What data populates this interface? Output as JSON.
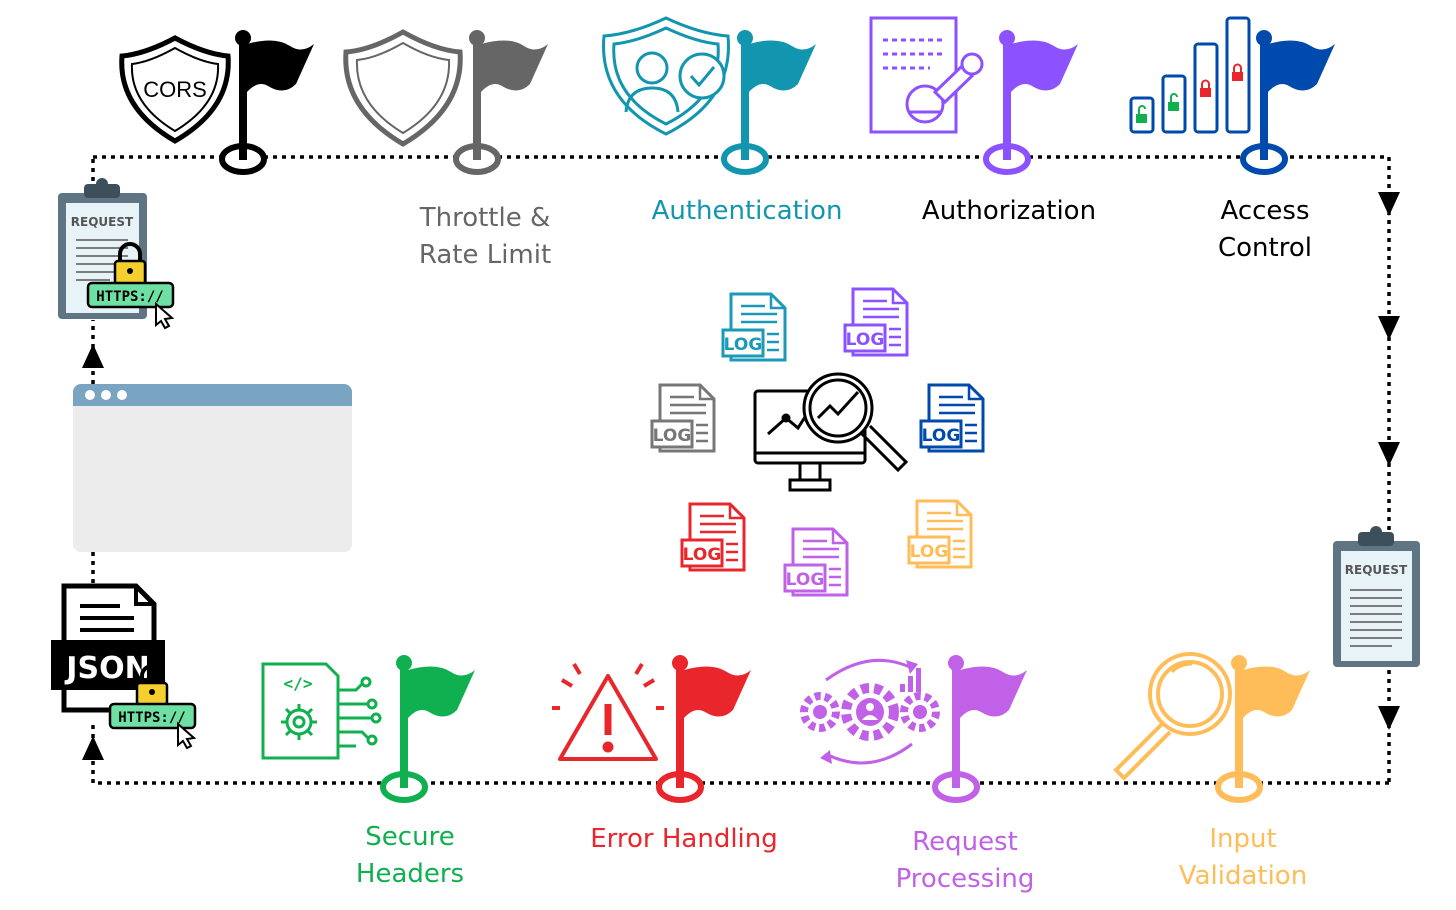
{
  "stages": {
    "cors": {
      "badge": "CORS",
      "color": "#000000"
    },
    "throttle": {
      "line1": "Throttle &",
      "line2": "Rate Limit",
      "color": "#666666"
    },
    "authentication": {
      "line1": "Authentication",
      "color": "#1296b0"
    },
    "authorization": {
      "line1": "Authorization",
      "color": "#000000",
      "flag_color": "#8c52ff"
    },
    "access_control": {
      "line1": "Access",
      "line2": "Control",
      "color": "#000000",
      "flag_color": "#004aad"
    },
    "input_validation": {
      "line1": "Input",
      "line2": "Validation",
      "color": "#ffbd59"
    },
    "request_processing": {
      "line1": "Request",
      "line2": "Processing",
      "color": "#c061e8"
    },
    "error_handling": {
      "line1": "Error Handling",
      "color": "#e8262b"
    },
    "secure_headers": {
      "line1": "Secure",
      "line2": "Headers",
      "color": "#10b050"
    }
  },
  "request_doc": {
    "label": "REQUEST",
    "https": "HTTPS://"
  },
  "request_doc_right": {
    "label": "REQUEST"
  },
  "response_doc": {
    "label": "JSON",
    "https": "HTTPS://"
  },
  "logs": {
    "label": "LOG",
    "colors": [
      "#1b9ab8",
      "#8c52ff",
      "#777777",
      "#004aad",
      "#e8262b",
      "#c061e8",
      "#ffbd59"
    ]
  }
}
